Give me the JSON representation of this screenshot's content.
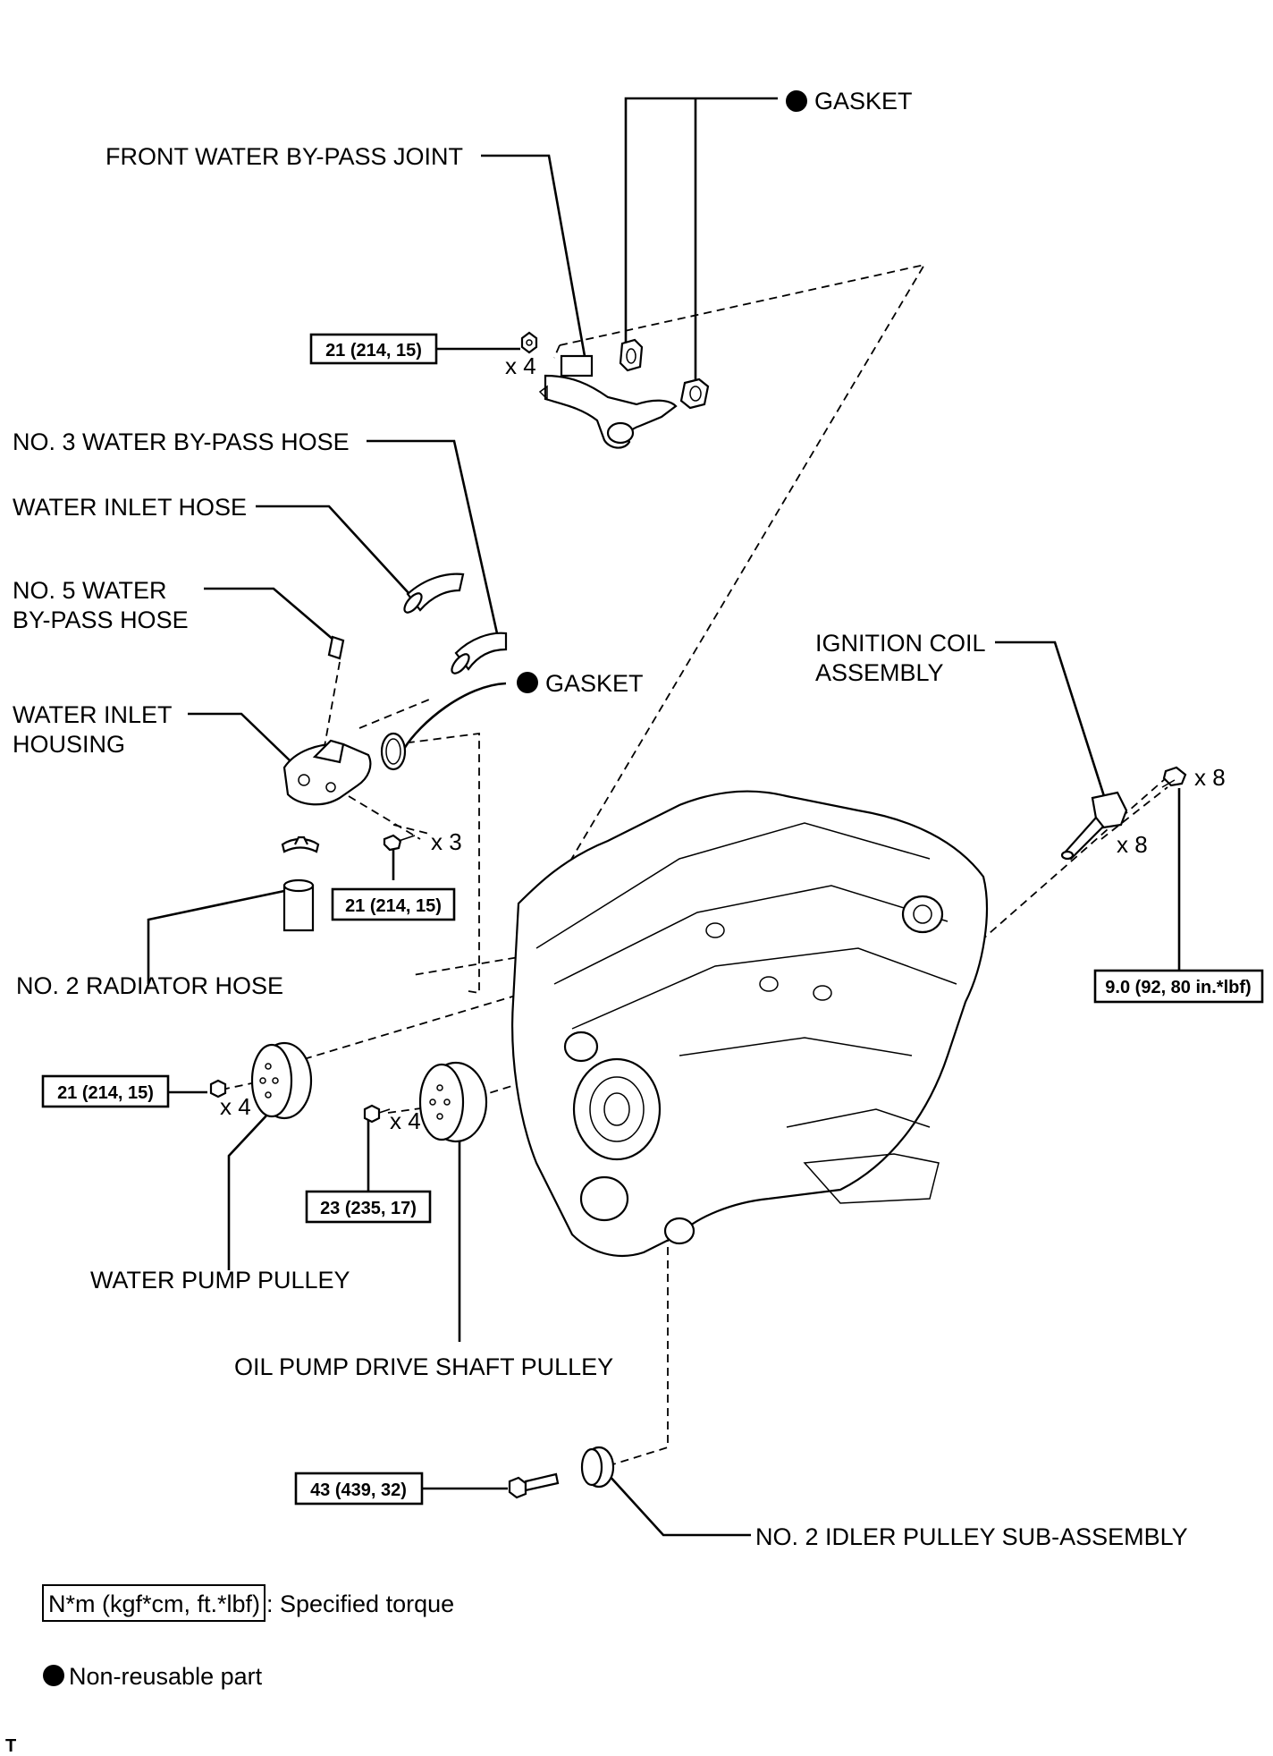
{
  "labels": {
    "gasket_top": "GASKET",
    "front_joint": "FRONT WATER BY-PASS JOINT",
    "no3_hose": "NO. 3 WATER BY-PASS HOSE",
    "inlet_hose": "WATER INLET HOSE",
    "no5_hose_l1": "NO. 5 WATER",
    "no5_hose_l2": "BY-PASS HOSE",
    "gasket_mid": "GASKET",
    "inlet_housing_l1": "WATER INLET",
    "inlet_housing_l2": "HOUSING",
    "ignition_l1": "IGNITION COIL",
    "ignition_l2": "ASSEMBLY",
    "no2_radiator": "NO. 2 RADIATOR HOSE",
    "water_pump_pulley": "WATER PUMP PULLEY",
    "oil_pump_pulley": "OIL PUMP DRIVE SHAFT PULLEY",
    "idler_pulley": "NO. 2 IDLER PULLEY SUB-ASSEMBLY"
  },
  "torques": {
    "joint": "21 (214, 15)",
    "housing": "21 (214, 15)",
    "ignition": "9.0 (92, 80 in.*lbf)",
    "water_pump": "21 (214, 15)",
    "oil_pump": "23 (235, 17)",
    "idler": "43 (439, 32)"
  },
  "counts": {
    "joint": "x 4",
    "housing": "x 3",
    "ignition_bolt": "x 8",
    "ignition_coil": "x 8",
    "water_pump": "x 4",
    "oil_pump": "x 4"
  },
  "legend": {
    "torque_box": "N*m (kgf*cm, ft.*lbf)",
    "torque_text": ": Specified torque",
    "nonreusable_text": "Non-reusable part"
  },
  "footer_mark": "T"
}
